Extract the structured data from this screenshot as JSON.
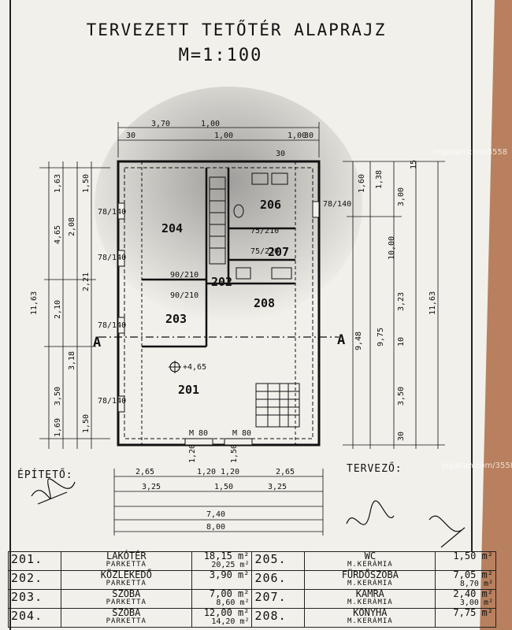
{
  "header": {
    "title": "TERVEZETT TETŐTÉR ALAPRAJZ",
    "scale": "M=1:100"
  },
  "plan": {
    "rooms": [
      "204",
      "206",
      "207",
      "202",
      "208",
      "203",
      "201"
    ],
    "section_mark": "A",
    "level": "+4,65",
    "window_marks": [
      "78/140",
      "78/140",
      "78/140",
      "78/140",
      "78/140"
    ],
    "door_marks": [
      "75/210",
      "75/210",
      "90/210",
      "90/210"
    ],
    "top_dims": [
      "3,70",
      "1,00",
      "1,00",
      "1,00",
      "30",
      "30",
      "30"
    ],
    "left_dims": [
      "1,63",
      "1,50",
      "4,65",
      "2,08",
      "11,63",
      "2,10",
      "2,21",
      "3,18",
      "3,50",
      "1,69",
      "1,50"
    ],
    "right_dims": [
      "1,60",
      "1,38",
      "3,00",
      "10,00",
      "9,48",
      "9,75",
      "3,23",
      "10",
      "3,50",
      "11,63",
      "30",
      "15"
    ],
    "bottom_dims": [
      "2,65",
      "1,20",
      "1,20",
      "2,65",
      "3,25",
      "1,50",
      "3,25",
      "7,40",
      "8,00",
      "1,20",
      "1,50",
      "M 80",
      "M 80"
    ]
  },
  "signatures": {
    "builder_label": "ÉPÍTETŐ:",
    "designer_label": "TERVEZŐ:"
  },
  "watermark": "ingatlan.com/3558",
  "room_table": [
    {
      "num": "201.",
      "name": "LAKÓTÉR",
      "floor": "PARKETTA",
      "area": "18,15 m²",
      "area2": "20,25 m²",
      "num2": "205.",
      "name2": "WC",
      "floor2": "M.KERÁMIA",
      "area_b": "1,50 m²",
      "area_b2": ""
    },
    {
      "num": "202.",
      "name": "KÖZLEKEDŐ",
      "floor": "PARKETTA",
      "area": "3,90 m²",
      "area2": "",
      "num2": "206.",
      "name2": "FÜRDŐSZOBA",
      "floor2": "M.KERÁMIA",
      "area_b": "7,05 m²",
      "area_b2": "8,70 m²"
    },
    {
      "num": "203.",
      "name": "SZOBA",
      "floor": "PARKETTA",
      "area": "7,00 m²",
      "area2": "8,60 m²",
      "num2": "207.",
      "name2": "KAMRA",
      "floor2": "M.KERÁMIA",
      "area_b": "2,40 m²",
      "area_b2": "3,00 m²"
    },
    {
      "num": "204.",
      "name": "SZOBA",
      "floor": "PARKETTA",
      "area": "12,00 m²",
      "area2": "14,20 m²",
      "num2": "208.",
      "name2": "KONYHA",
      "floor2": "M.KERÁMIA",
      "area_b": "7,75 m²",
      "area_b2": ""
    }
  ]
}
